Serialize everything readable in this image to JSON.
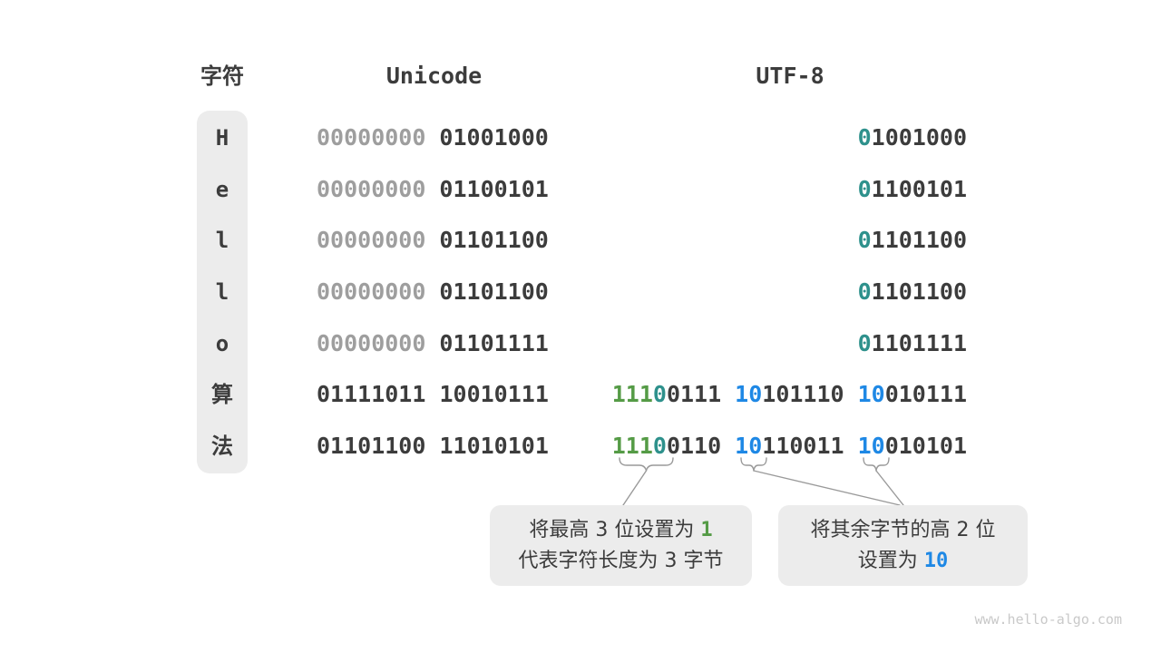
{
  "headers": {
    "char": "字符",
    "unicode": "Unicode",
    "utf8": "UTF-8"
  },
  "colors": {
    "text_dark": "#3c3c3c",
    "leading_zero_gray": "#9e9e9e",
    "panel_gray": "#ececec",
    "length_bits_green": "#559b46",
    "terminator_bit_teal": "#2e918c",
    "continuation_bits_blue": "#1e88e5",
    "connector_gray": "#9a9a9a",
    "watermark_gray": "#c9c9c9"
  },
  "rows": {
    "ascii": [
      {
        "char": "H",
        "unicode_high": "00000000",
        "unicode_low": "01001000",
        "utf8_prefix": "0",
        "utf8_rest": "1001000"
      },
      {
        "char": "e",
        "unicode_high": "00000000",
        "unicode_low": "01100101",
        "utf8_prefix": "0",
        "utf8_rest": "1100101"
      },
      {
        "char": "l",
        "unicode_high": "00000000",
        "unicode_low": "01101100",
        "utf8_prefix": "0",
        "utf8_rest": "1101100"
      },
      {
        "char": "l",
        "unicode_high": "00000000",
        "unicode_low": "01101100",
        "utf8_prefix": "0",
        "utf8_rest": "1101100"
      },
      {
        "char": "o",
        "unicode_high": "00000000",
        "unicode_low": "01101111",
        "utf8_prefix": "0",
        "utf8_rest": "1101111"
      }
    ],
    "cjk": [
      {
        "char": "算",
        "unicode": "01111011 10010111",
        "b1_ones": "111",
        "b1_zero": "0",
        "b1_rest": "0111",
        "b2_prefix": "10",
        "b2_rest": "101110",
        "b3_prefix": "10",
        "b3_rest": "010111"
      },
      {
        "char": "法",
        "unicode": "01101100 11010101",
        "b1_ones": "111",
        "b1_zero": "0",
        "b1_rest": "0110",
        "b2_prefix": "10",
        "b2_rest": "110011",
        "b3_prefix": "10",
        "b3_rest": "010101"
      }
    ]
  },
  "callouts": {
    "left": {
      "line1_text": "将最高 3 位设置为 ",
      "line1_num": "1",
      "line2_text": "代表字符长度为 3 字节"
    },
    "right": {
      "line1_text": "将其余字节的高 2 位",
      "line2_text": "设置为 ",
      "line2_num": "10"
    }
  },
  "watermark": "www.hello-algo.com"
}
